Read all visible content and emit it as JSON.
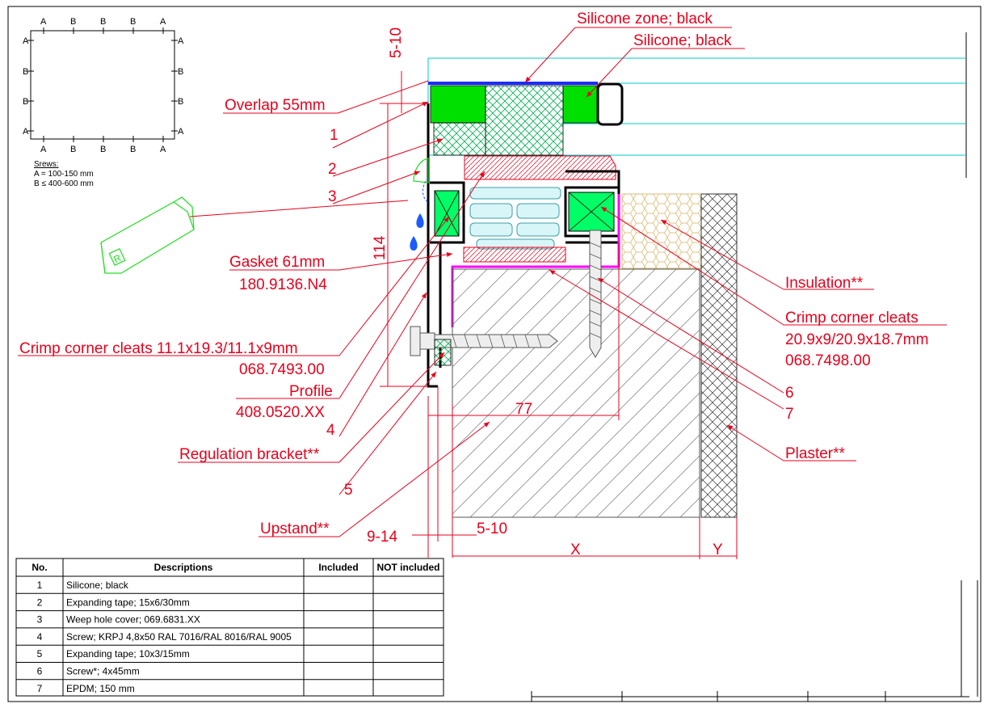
{
  "colors": {
    "leader": "#e8001c",
    "silicone": "#00e000",
    "glass": "#00c8c8",
    "gasket_pink": "#ff00ff",
    "tape_green": "#00ff66",
    "profile": "#000000"
  },
  "key": {
    "top_letters": [
      "A",
      "B",
      "B",
      "B",
      "A"
    ],
    "side_letters": [
      "A",
      "B",
      "B",
      "A"
    ],
    "title": "Srews:",
    "line_a": "A = 100-150 mm",
    "line_b": "B ≤ 400-600 mm"
  },
  "callouts": {
    "silicone_zone": "Silicone zone; black",
    "silicone": "Silicone; black",
    "overlap": "Overlap 55mm",
    "n1": "1",
    "n2": "2",
    "n3": "3",
    "gasket": "Gasket 61mm",
    "gasket_code": "180.9136.N4",
    "crimp_left": "Crimp corner cleats 11.1x19.3/11.1x9mm",
    "crimp_left_code": "068.7493.00",
    "profile": "Profile",
    "profile_code": "408.0520.XX",
    "n4": "4",
    "regulation": "Regulation bracket**",
    "n5": "5",
    "upstand": "Upstand**",
    "insulation": "Insulation**",
    "crimp_right": "Crimp corner cleats",
    "crimp_right_dims": "20.9x9/20.9x18.7mm",
    "crimp_right_code": "068.7498.00",
    "n6": "6",
    "n7": "7",
    "plaster": "Plaster**"
  },
  "dimensions": {
    "d5_10_top": "5-10",
    "d114": "114",
    "d77": "77",
    "d9_14": "9-14",
    "d5_10_bottom": "5-10",
    "dx": "X",
    "dy": "Y"
  },
  "table": {
    "headers": [
      "No.",
      "Descriptions",
      "Included",
      "NOT included"
    ],
    "rows": [
      {
        "no": "1",
        "desc": "Silicone; black"
      },
      {
        "no": "2",
        "desc": "Expanding tape; 15x6/30mm"
      },
      {
        "no": "3",
        "desc": "Weep hole cover; 069.6831.XX"
      },
      {
        "no": "4",
        "desc": "Screw; KRPJ 4,8x50 RAL 7016/RAL 8016/RAL 9005"
      },
      {
        "no": "5",
        "desc": "Expanding tape; 10x3/15mm"
      },
      {
        "no": "6",
        "desc": "Screw*; 4x45mm"
      },
      {
        "no": "7",
        "desc": "EPDM; 150 mm"
      }
    ]
  }
}
